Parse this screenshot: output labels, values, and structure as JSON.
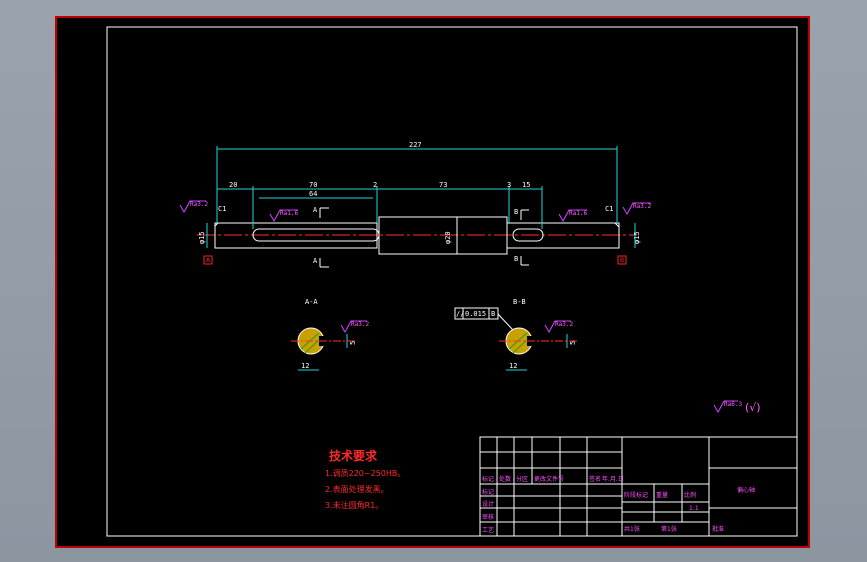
{
  "drawing": {
    "dimensions": {
      "overall": "227",
      "d20": "20",
      "d70": "70",
      "d64": "64",
      "d2": "2",
      "d73": "73",
      "d3": "3",
      "d15": "15",
      "dia_left": "φ15",
      "dia_mid": "φ20",
      "dia_right": "φ15",
      "section_a_depth": "12",
      "section_a_width": "5",
      "section_b_depth": "12",
      "section_b_width": "5"
    },
    "chamfer_left": "C1",
    "chamfer_right": "C1",
    "roughness": {
      "left_end": "Ra3.2",
      "keyway_a": "Ra1.6",
      "keyway_b": "Ra1.6",
      "right_end": "Ra3.2",
      "section_a": "Ra3.2",
      "section_b": "Ra3.2",
      "general": "Ra6.3",
      "general_suffix": "(√)"
    },
    "datum_left": "A",
    "datum_right": "B",
    "section_a_label_top": "A",
    "section_a_label_bottom": "A",
    "section_b_label_top": "B",
    "section_b_label_bottom": "B",
    "section_a_title": "A-A",
    "section_b_title": "B-B",
    "tolerance_symbol": "//",
    "tolerance_value": "0.015",
    "tolerance_datum": "B"
  },
  "tech_requirements": {
    "title": "技术要求",
    "items": [
      "1.调质220~250HB。",
      "2.表面处理发黑。",
      "3.未注圆角R1。"
    ]
  },
  "title_block": {
    "part_name": "偏心轴",
    "row_labels": [
      "标记",
      "设计",
      "审核",
      "工艺"
    ],
    "header_cells": [
      "标记",
      "处数",
      "分区",
      "更改文件号",
      "签名",
      "年.月.日"
    ],
    "stage_headers": [
      "阶段标记",
      "重量",
      "比例"
    ],
    "scale": "1:1",
    "sheets": "共1张",
    "sheet_no": "第1张",
    "approve": "批准"
  }
}
